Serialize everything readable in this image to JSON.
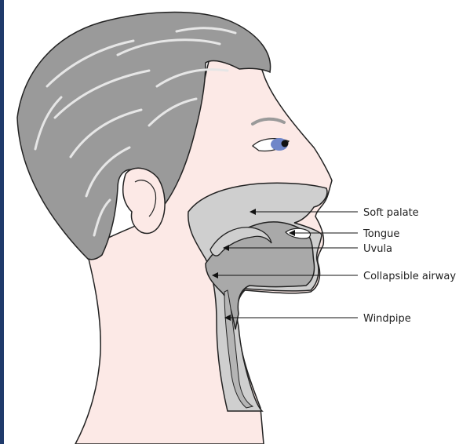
{
  "diagram": {
    "colors": {
      "hair": "#9a9a9a",
      "hair_strands": "#e6e6e6",
      "skin": "#fce9e6",
      "airway_gray": "#c9c9c9",
      "tissue_gray": "#a9a9a9",
      "outline": "#222222",
      "iris": "#6f86c9",
      "frame_bar": "#1f3a6b"
    },
    "labels": {
      "soft_palate": "Soft palate",
      "tongue": "Tongue",
      "uvula": "Uvula",
      "collapsible_airway": "Collapsible airway",
      "windpipe": "Windpipe"
    }
  }
}
